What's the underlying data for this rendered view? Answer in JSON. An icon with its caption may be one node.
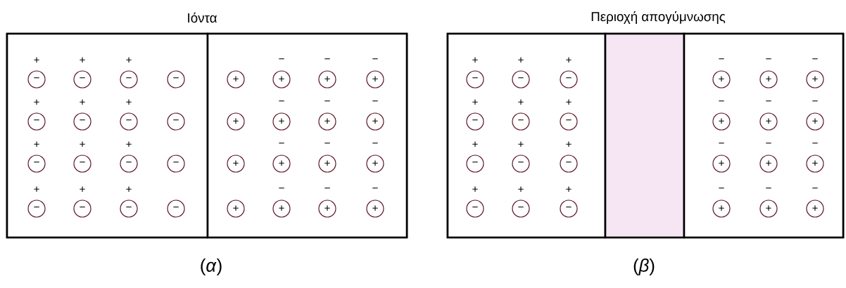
{
  "diagram": {
    "nodes": [
      {
        "text": [],
        "shape": "box"
      },
      {
        "text": [],
        "shape": "box",
        "in": 0
      },
      {
        "text": [],
        "shape": "box",
        "in": 0
      },
      {
        "text": [
          "−"
        ],
        "beside": [
          "+"
        ],
        "in": 1
      },
      {
        "text": [
          "−"
        ],
        "beside": [
          "+"
        ],
        "in": 1
      },
      {
        "text": [
          "−"
        ],
        "beside": [
          "+"
        ],
        "in": 1
      },
      {
        "text": [
          "−"
        ],
        "in": 1
      },
      {
        "text": [
          "−"
        ],
        "beside": [
          "+"
        ],
        "in": 1
      },
      {
        "text": [
          "−"
        ],
        "beside": [
          "+"
        ],
        "in": 1
      },
      {
        "text": [
          "−"
        ],
        "beside": [
          "+"
        ],
        "in": 1
      },
      {
        "text": [
          "−"
        ],
        "in": 1
      },
      {
        "text": [
          "−"
        ],
        "beside": [
          "+"
        ],
        "in": 1
      },
      {
        "text": [
          "−"
        ],
        "beside": [
          "+"
        ],
        "in": 1
      },
      {
        "text": [
          "−"
        ],
        "beside": [
          "+"
        ],
        "in": 1
      },
      {
        "text": [
          "−"
        ],
        "in": 1
      },
      {
        "text": [
          "−"
        ],
        "beside": [
          "+"
        ],
        "in": 1
      },
      {
        "text": [
          "−"
        ],
        "beside": [
          "+"
        ],
        "in": 1
      },
      {
        "text": [
          "−"
        ],
        "beside": [
          "+"
        ],
        "in": 1
      },
      {
        "text": [
          "−"
        ],
        "in": 1
      },
      {
        "text": [
          "+"
        ],
        "in": 2
      },
      {
        "text": [
          "+"
        ],
        "beside": [
          "−"
        ],
        "in": 2
      },
      {
        "text": [
          "+"
        ],
        "beside": [
          "−"
        ],
        "in": 2
      },
      {
        "text": [
          "+"
        ],
        "beside": [
          "−"
        ],
        "in": 2
      },
      {
        "text": [
          "+"
        ],
        "in": 2
      },
      {
        "text": [
          "+"
        ],
        "beside": [
          "−"
        ],
        "in": 2
      },
      {
        "text": [
          "+"
        ],
        "beside": [
          "−"
        ],
        "in": 2
      },
      {
        "text": [
          "+"
        ],
        "beside": [
          "−"
        ],
        "in": 2
      },
      {
        "text": [
          "+"
        ],
        "in": 2
      },
      {
        "text": [
          "+"
        ],
        "beside": [
          "−"
        ],
        "in": 2
      },
      {
        "text": [
          "+"
        ],
        "beside": [
          "−"
        ],
        "in": 2
      },
      {
        "text": [
          "+"
        ],
        "beside": [
          "−"
        ],
        "in": 2
      },
      {
        "text": [
          "+"
        ],
        "in": 2
      },
      {
        "text": [
          "+"
        ],
        "beside": [
          "−"
        ],
        "in": 2
      },
      {
        "text": [
          "+"
        ],
        "beside": [
          "−"
        ],
        "in": 2
      },
      {
        "text": [
          "+"
        ],
        "beside": [
          "−"
        ],
        "in": 2
      },
      {
        "text": [],
        "shape": "box"
      },
      {
        "text": [],
        "shape": "box",
        "in": 35
      },
      {
        "text": [],
        "shape": "bar",
        "in": 35
      },
      {
        "text": [],
        "shape": "box",
        "in": 35
      },
      {
        "text": [
          "−"
        ],
        "beside": [
          "+"
        ],
        "in": 36
      },
      {
        "text": [
          "−"
        ],
        "beside": [
          "+"
        ],
        "in": 36
      },
      {
        "text": [
          "−"
        ],
        "beside": [
          "+"
        ],
        "in": 36
      },
      {
        "text": [
          "−"
        ],
        "beside": [
          "+"
        ],
        "in": 36
      },
      {
        "text": [
          "−"
        ],
        "beside": [
          "+"
        ],
        "in": 36
      },
      {
        "text": [
          "−"
        ],
        "beside": [
          "+"
        ],
        "in": 36
      },
      {
        "text": [
          "−"
        ],
        "beside": [
          "+"
        ],
        "in": 36
      },
      {
        "text": [
          "−"
        ],
        "beside": [
          "+"
        ],
        "in": 36
      },
      {
        "text": [
          "−"
        ],
        "beside": [
          "+"
        ],
        "in": 36
      },
      {
        "text": [
          "−"
        ],
        "beside": [
          "+"
        ],
        "in": 36
      },
      {
        "text": [
          "−"
        ],
        "beside": [
          "+"
        ],
        "in": 36
      },
      {
        "text": [
          "−"
        ],
        "beside": [
          "+"
        ],
        "in": 36
      },
      {
        "text": [
          "+"
        ],
        "beside": [
          "−"
        ],
        "in": 38
      },
      {
        "text": [
          "+"
        ],
        "beside": [
          "−"
        ],
        "in": 38
      },
      {
        "text": [
          "+"
        ],
        "beside": [
          "−"
        ],
        "in": 38
      },
      {
        "text": [
          "+"
        ],
        "beside": [
          "−"
        ],
        "in": 38
      },
      {
        "text": [
          "+"
        ],
        "beside": [
          "−"
        ],
        "in": 38
      },
      {
        "text": [
          "+"
        ],
        "beside": [
          "−"
        ],
        "in": 38
      },
      {
        "text": [
          "+"
        ],
        "beside": [
          "−"
        ],
        "in": 38
      },
      {
        "text": [
          "+"
        ],
        "beside": [
          "−"
        ],
        "in": 38
      },
      {
        "text": [
          "+"
        ],
        "beside": [
          "−"
        ],
        "in": 38
      },
      {
        "text": [
          "+"
        ],
        "beside": [
          "−"
        ],
        "in": 38
      },
      {
        "text": [
          "+"
        ],
        "beside": [
          "−"
        ],
        "in": 38
      },
      {
        "text": [
          "+"
        ],
        "beside": [
          "−"
        ],
        "in": 38
      }
    ],
    "labels": [
      "Ιόντα",
      "Περιοχή απογύμνωσης",
      "(*α*)",
      "(*β*)"
    ]
  }
}
